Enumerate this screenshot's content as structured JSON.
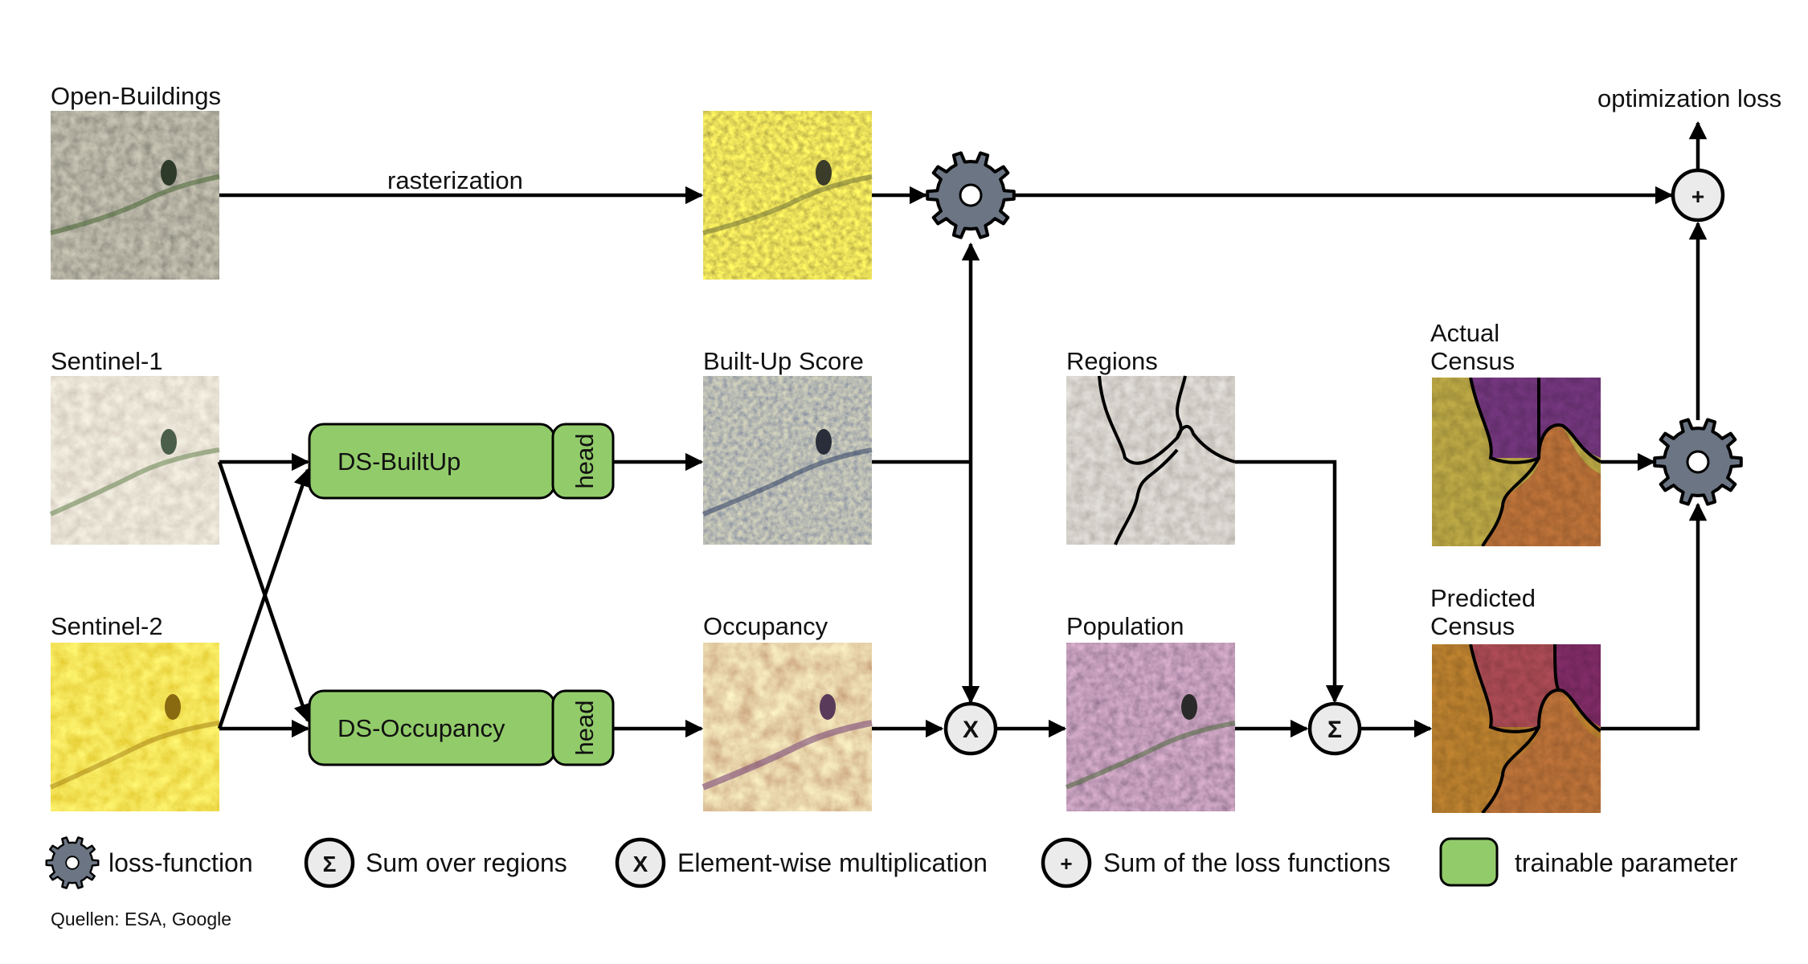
{
  "labels": {
    "open_buildings": "Open-Buildings",
    "rasterization": "rasterization",
    "optimization_loss": "optimization loss",
    "sentinel1": "Sentinel-1",
    "sentinel2": "Sentinel-2",
    "built_up_score": "Built-Up Score",
    "occupancy": "Occupancy",
    "regions": "Regions",
    "population": "Population",
    "actual_census_1": "Actual",
    "actual_census_2": "Census",
    "predicted_census_1": "Predicted",
    "predicted_census_2": "Census"
  },
  "modules": {
    "ds_builtup": "DS-BuiltUp",
    "ds_occupancy": "DS-Occupancy",
    "head": "head"
  },
  "operators": {
    "multiply": "X",
    "sum": "Σ",
    "plus": "+"
  },
  "legend": {
    "loss_function": "loss-function",
    "sum_regions": "Sum over regions",
    "elementwise": "Element-wise multiplication",
    "sum_losses": "Sum of the loss functions",
    "trainable": "trainable parameter"
  },
  "source": "Quellen: ESA, Google",
  "colors": {
    "trainable_green": "#92cc6a",
    "gear_gray": "#6b7583",
    "operator_fill": "#ebebeb",
    "census_yellow": "#c9b44a",
    "census_purple": "#7b3a86",
    "census_orange": "#c97a3c"
  }
}
